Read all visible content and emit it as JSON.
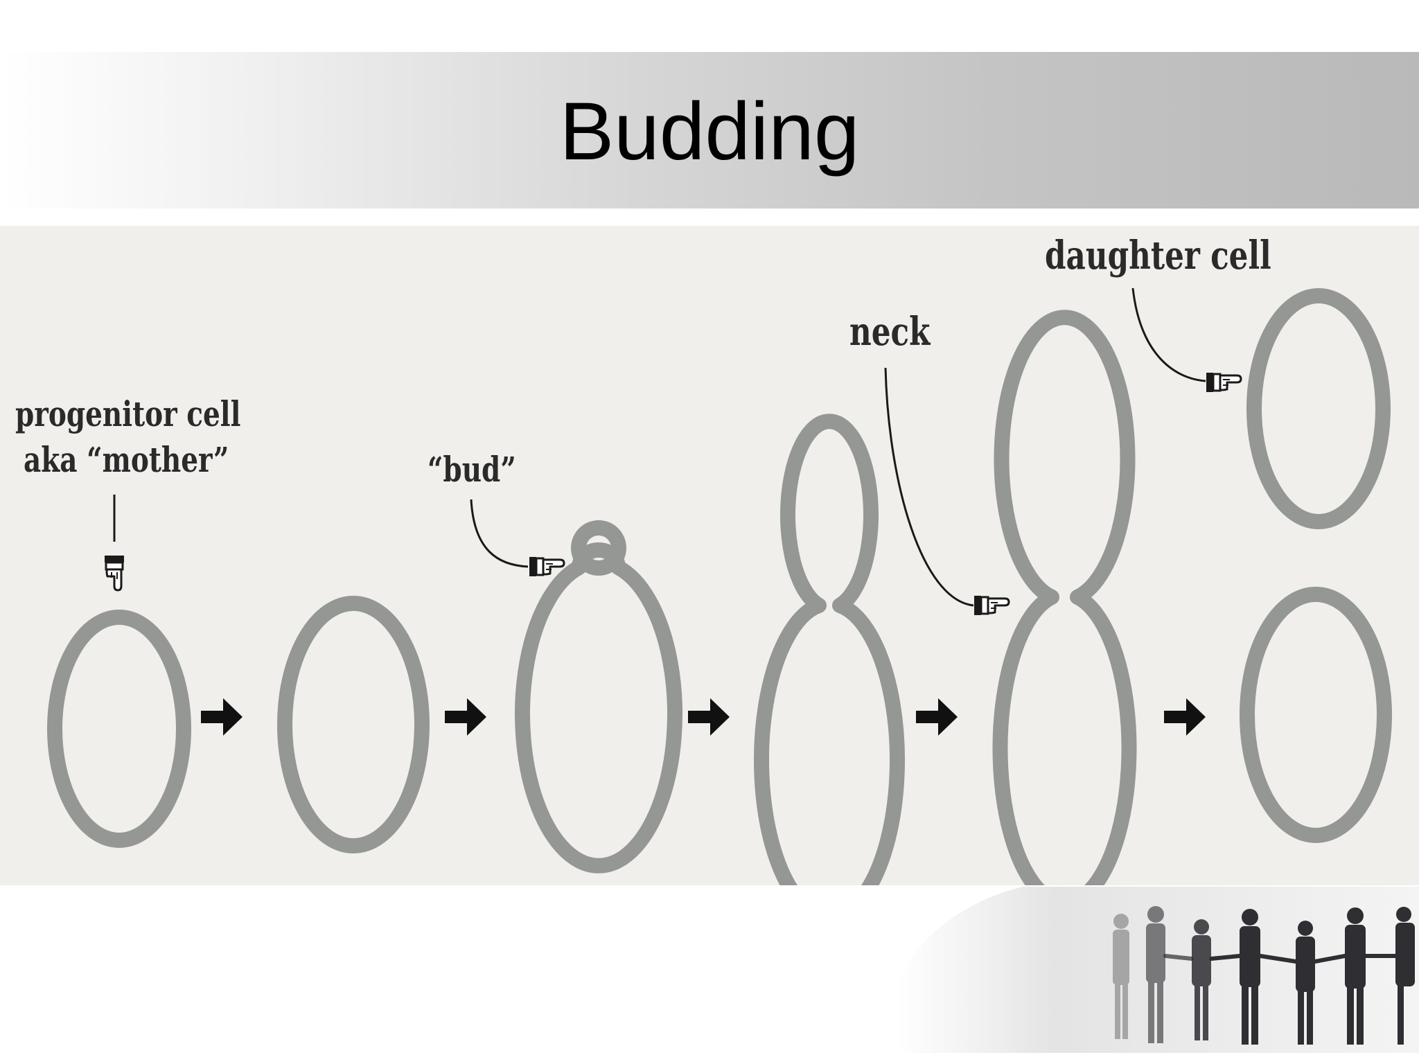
{
  "slide": {
    "title": "Budding"
  },
  "diagram": {
    "labels": {
      "progenitor_line1": "progenitor cell",
      "progenitor_line2": "aka “mother”",
      "bud": "“bud”",
      "neck": "neck",
      "daughter": "daughter cell"
    },
    "stages": [
      "single cell",
      "enlarged cell",
      "bud emerging",
      "bud growing",
      "neck forming",
      "separated cells"
    ],
    "colors": {
      "background": "#f1efeb",
      "cell_wall": "#949794",
      "arrow": "#111111",
      "title_text": "#000000"
    },
    "icons": [
      "pointing-hand-icon",
      "right-arrow-icon"
    ]
  },
  "footer": {
    "decoration": "people-holding-hands"
  }
}
